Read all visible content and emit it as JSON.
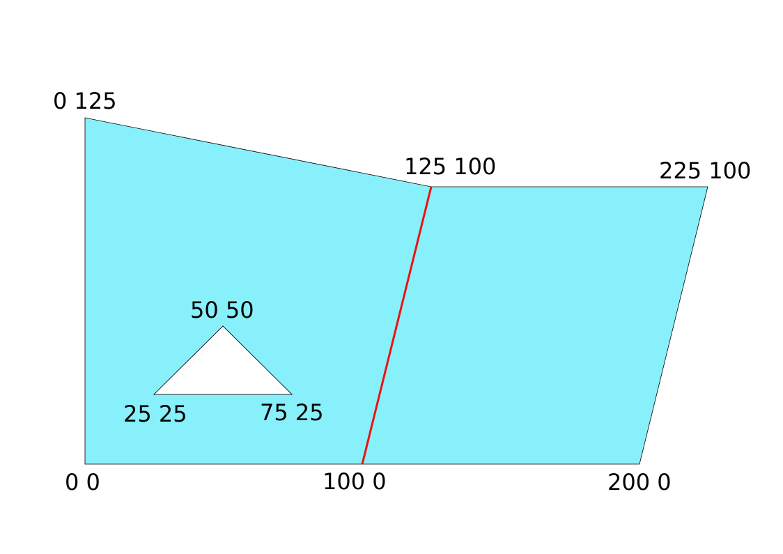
{
  "fill_color": "#88f0fb",
  "hole_color": "#ffffff",
  "split_line_color": "#ee1111",
  "outline_color": "#000000",
  "labels": {
    "p0": "0 0",
    "p1": "100 0",
    "p2": "200 0",
    "p3": "0 125",
    "p4": "125 100",
    "p5": "225 100",
    "p6": "25 25",
    "p7": "75 25",
    "p8": "50 50"
  }
}
